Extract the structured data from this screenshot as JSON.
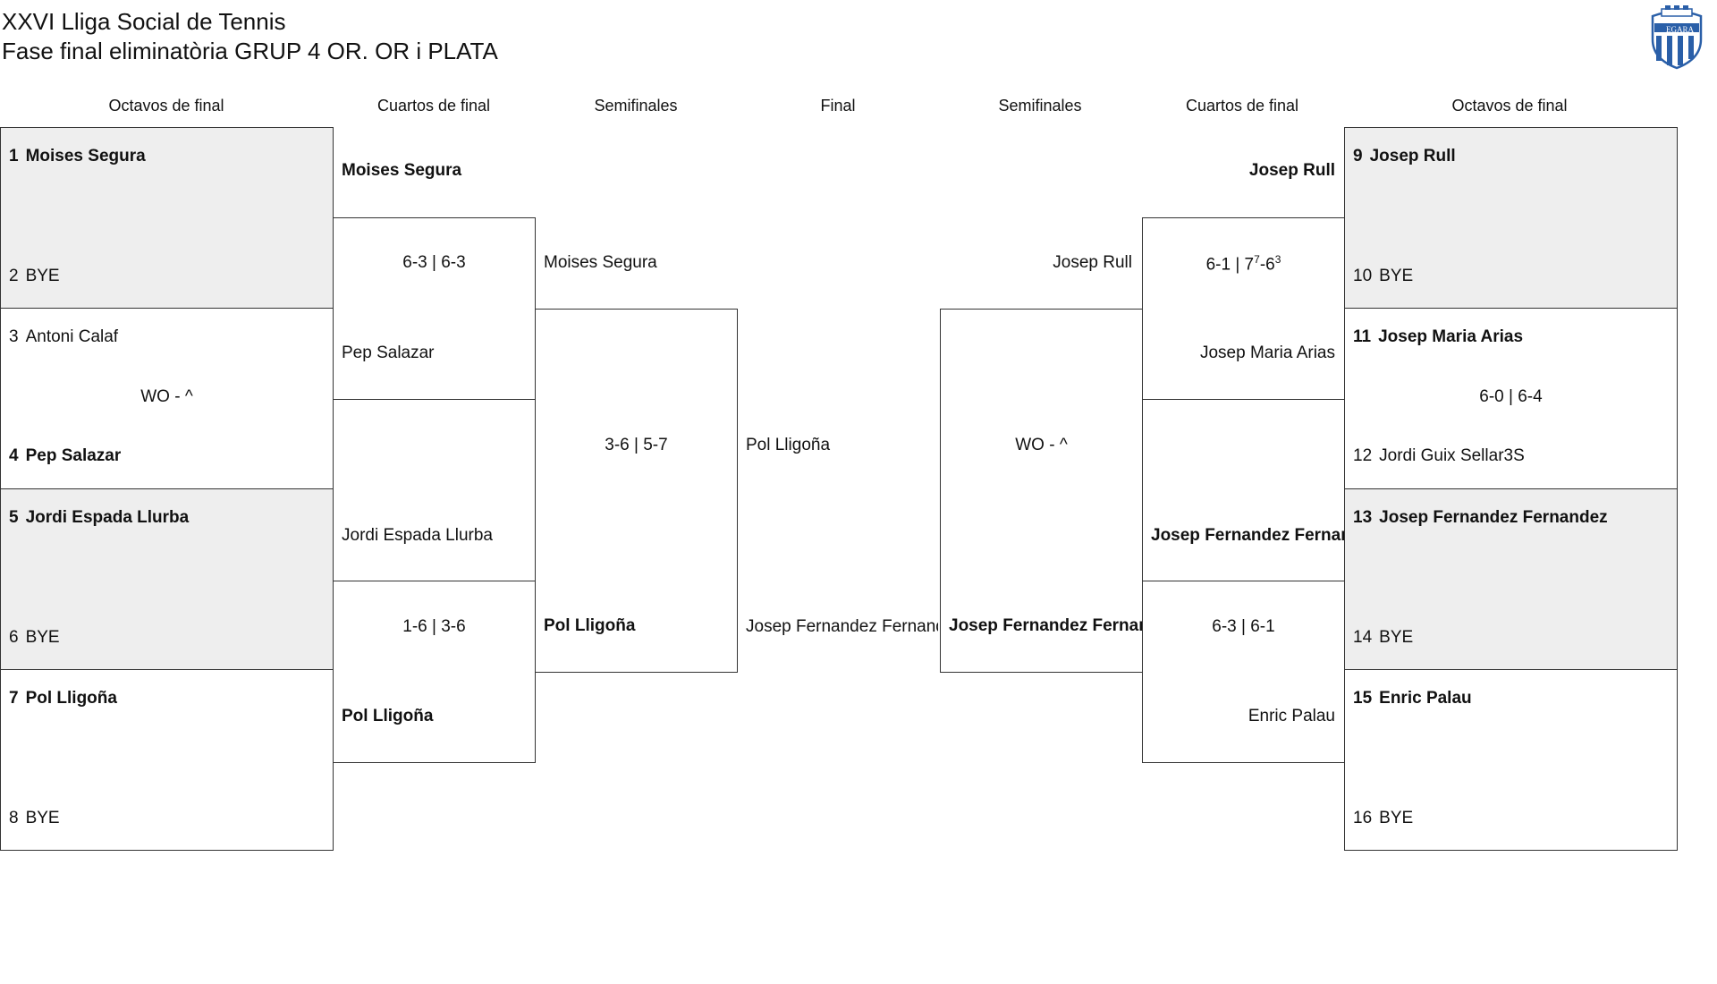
{
  "header": {
    "title": "XXVI Lliga Social de Tennis",
    "subtitle": "Fase final eliminatòria GRUP 4 OR. OR i PLATA"
  },
  "logo_text": "EGARA",
  "columns": {
    "left_r16": "Octavos de final",
    "left_qf": "Cuartos de final",
    "left_sf": "Semifinales",
    "final": "Final",
    "right_sf": "Semifinales",
    "right_qf": "Cuartos de final",
    "right_r16": "Octavos de final"
  },
  "left_r16": [
    {
      "top": {
        "seed": "1",
        "name": "Moises Segura"
      },
      "bottom": {
        "seed": "2",
        "name": "BYE"
      },
      "score": ""
    },
    {
      "top": {
        "seed": "3",
        "name": "Antoni Calaf"
      },
      "bottom": {
        "seed": "4",
        "name": "Pep Salazar"
      },
      "score": "WO - ^"
    },
    {
      "top": {
        "seed": "5",
        "name": "Jordi Espada Llurba"
      },
      "bottom": {
        "seed": "6",
        "name": "BYE"
      },
      "score": ""
    },
    {
      "top": {
        "seed": "7",
        "name": "Pol Lligoña"
      },
      "bottom": {
        "seed": "8",
        "name": "BYE"
      },
      "score": ""
    }
  ],
  "right_r16": [
    {
      "top": {
        "seed": "9",
        "name": "Josep Rull"
      },
      "bottom": {
        "seed": "10",
        "name": "BYE"
      },
      "score": ""
    },
    {
      "top": {
        "seed": "11",
        "name": "Josep Maria Arias"
      },
      "bottom": {
        "seed": "12",
        "name": "Jordi Guix Sellar3S"
      },
      "score": "6-0 | 6-4"
    },
    {
      "top": {
        "seed": "13",
        "name": "Josep Fernandez Fernandez"
      },
      "bottom": {
        "seed": "14",
        "name": "BYE"
      },
      "score": ""
    },
    {
      "top": {
        "seed": "15",
        "name": "Enric Palau"
      },
      "bottom": {
        "seed": "16",
        "name": "BYE"
      },
      "score": ""
    }
  ],
  "left_qf": [
    {
      "top": "Moises Segura",
      "bottom": "Pep Salazar",
      "score": "6-3 | 6-3"
    },
    {
      "top": "Jordi Espada Llurba",
      "bottom": "Pol Lligoña",
      "score": "1-6 | 3-6"
    }
  ],
  "right_qf": [
    {
      "top": "Josep Rull",
      "bottom": "Josep Maria Arias",
      "score_main": "6-1 | 7",
      "score_sup1": "7",
      "score_mid": "-6",
      "score_sup2": "3"
    },
    {
      "top": "Josep Fernandez Fernandez",
      "bottom": "Enric Palau",
      "score": "6-3 | 6-1"
    }
  ],
  "left_sf": {
    "top": "Moises Segura",
    "bottom": "Pol Lligoña",
    "score": "3-6 | 5-7"
  },
  "right_sf": {
    "top": "Josep Rull",
    "bottom": "Josep Fernandez Fernandez",
    "score": "WO - ^"
  },
  "final": {
    "top": "Pol Lligoña",
    "bottom": "Josep Fernandez Fernandez"
  },
  "colors": {
    "shade": "#eeeeee",
    "border": "#333333",
    "logo_blue": "#2a5fa8"
  }
}
